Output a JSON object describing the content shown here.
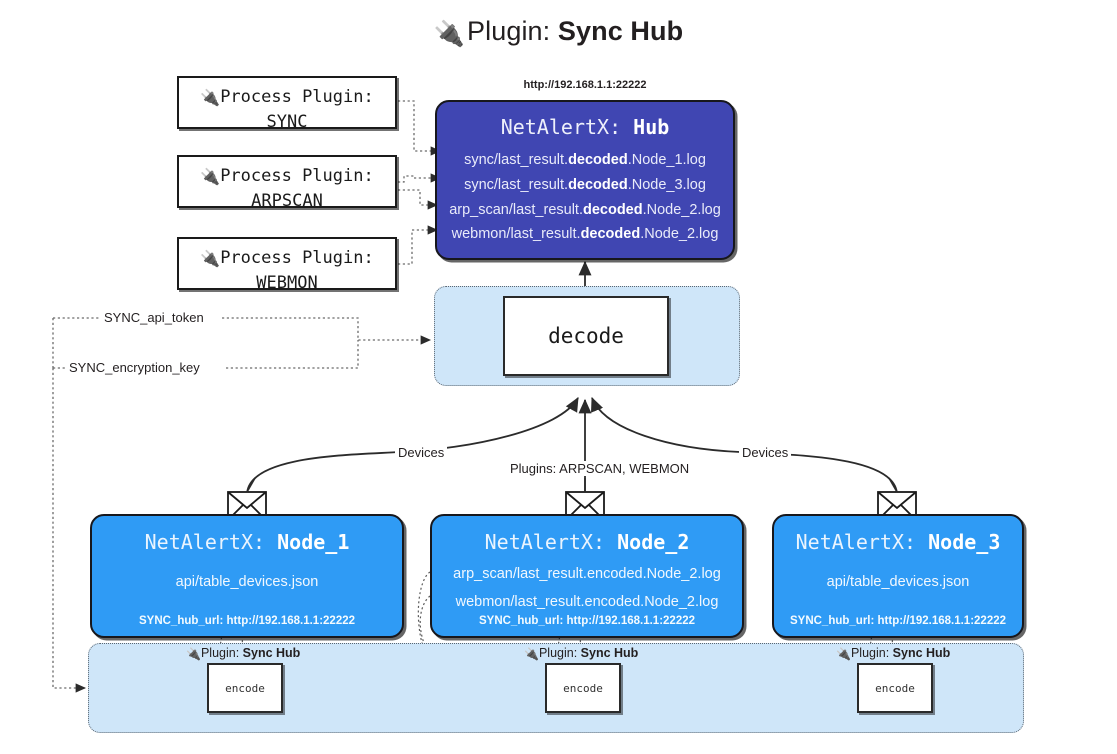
{
  "title": {
    "icon": "plug-icon",
    "glyph": "🔌",
    "prefix": "Plugin:",
    "name": "Sync Hub"
  },
  "process_plugins": [
    {
      "icon": "plug-icon",
      "glyph": "🔌",
      "line1": "Process Plugin:",
      "line2": "SYNC"
    },
    {
      "icon": "plug-icon",
      "glyph": "🔌",
      "line1": "Process Plugin:",
      "line2": "ARPSCAN"
    },
    {
      "icon": "plug-icon",
      "glyph": "🔌",
      "line1": "Process Plugin:",
      "line2": "WEBMON"
    }
  ],
  "hub": {
    "url": "http://192.168.1.1:22222",
    "app": "NetAlertX:",
    "name": "Hub",
    "logs": [
      {
        "pre": "sync/last_result.",
        "strong": "decoded",
        "post": ".Node_1.log"
      },
      {
        "pre": "sync/last_result.",
        "strong": "decoded",
        "post": ".Node_3.log"
      },
      {
        "pre": "arp_scan/last_result.",
        "strong": "decoded",
        "post": ".Node_2.log"
      },
      {
        "pre": "webmon/last_result.",
        "strong": "decoded",
        "post": ".Node_2.log"
      }
    ]
  },
  "decode_cluster": {
    "process_label": "decode"
  },
  "settings": {
    "api_token": "SYNC_api_token",
    "encryption_key": "SYNC_encryption_key"
  },
  "edge_labels": {
    "devices_left": "Devices",
    "plugins_center": "Plugins: ARPSCAN, WEBMON",
    "devices_right": "Devices"
  },
  "nodes": [
    {
      "envelope_icon": "envelope-icon",
      "app": "NetAlertX:",
      "name": "Node_1",
      "lines": [
        "api/table_devices.json"
      ],
      "hub_url": "SYNC_hub_url: http://192.168.1.1:22222"
    },
    {
      "envelope_icon": "envelope-icon",
      "app": "NetAlertX:",
      "name": "Node_2",
      "lines": [
        "arp_scan/last_result.encoded.Node_2.log",
        "webmon/last_result.encoded.Node_2.log"
      ],
      "hub_url": "SYNC_hub_url: http://192.168.1.1:22222"
    },
    {
      "envelope_icon": "envelope-icon",
      "app": "NetAlertX:",
      "name": "Node_3",
      "lines": [
        "api/table_devices.json"
      ],
      "hub_url": "SYNC_hub_url: http://192.168.1.1:22222"
    }
  ],
  "encode_clusters": [
    {
      "icon": "plug-icon",
      "glyph": "🔌",
      "label_prefix": "Plugin:",
      "label_name": "Sync Hub",
      "process_label": "encode"
    },
    {
      "icon": "plug-icon",
      "glyph": "🔌",
      "label_prefix": "Plugin:",
      "label_name": "Sync Hub",
      "process_label": "encode"
    },
    {
      "icon": "plug-icon",
      "glyph": "🔌",
      "label_prefix": "Plugin:",
      "label_name": "Sync Hub",
      "process_label": "encode"
    }
  ],
  "colors": {
    "hub": "#4046b2",
    "node": "#2f9bf5",
    "cluster": "#cfe6f9",
    "stroke": "#17171c"
  }
}
